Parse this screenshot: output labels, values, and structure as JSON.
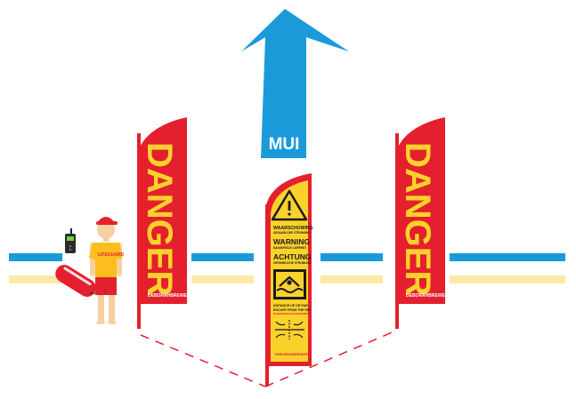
{
  "arrow": {
    "label": "MUI",
    "color": "#1a9ad9"
  },
  "flags": {
    "left": {
      "word": "DANGER",
      "brand": "DEBORAHBREWER"
    },
    "right": {
      "word": "DANGER",
      "brand": "DEBORAHBREWER"
    },
    "center": {
      "line1": "WAARSCHUWING",
      "line1_sub": "GEVAARLIJKE STROMING",
      "line2": "WARNING",
      "line2_sub": "DANGEROUS CURRENT",
      "line3": "ACHTUNG",
      "line3_sub": "GEFAHRLICHE STROMUNG",
      "line4": "DISTANCE UP OR PAR",
      "line5": "ESCAPE FROM THE RIP",
      "line5_sub": "IN BOOTSEN EN ZWEMMEN",
      "brand": "DEBORAHBREWER"
    }
  },
  "lifeguard": {
    "shirt_text": "LIFEGUARD"
  },
  "colors": {
    "red": "#e5202e",
    "yellow": "#fbd22c",
    "blue": "#1a9ad9",
    "pale_yellow": "#fbe9a6",
    "skin": "#f7cfa1"
  }
}
